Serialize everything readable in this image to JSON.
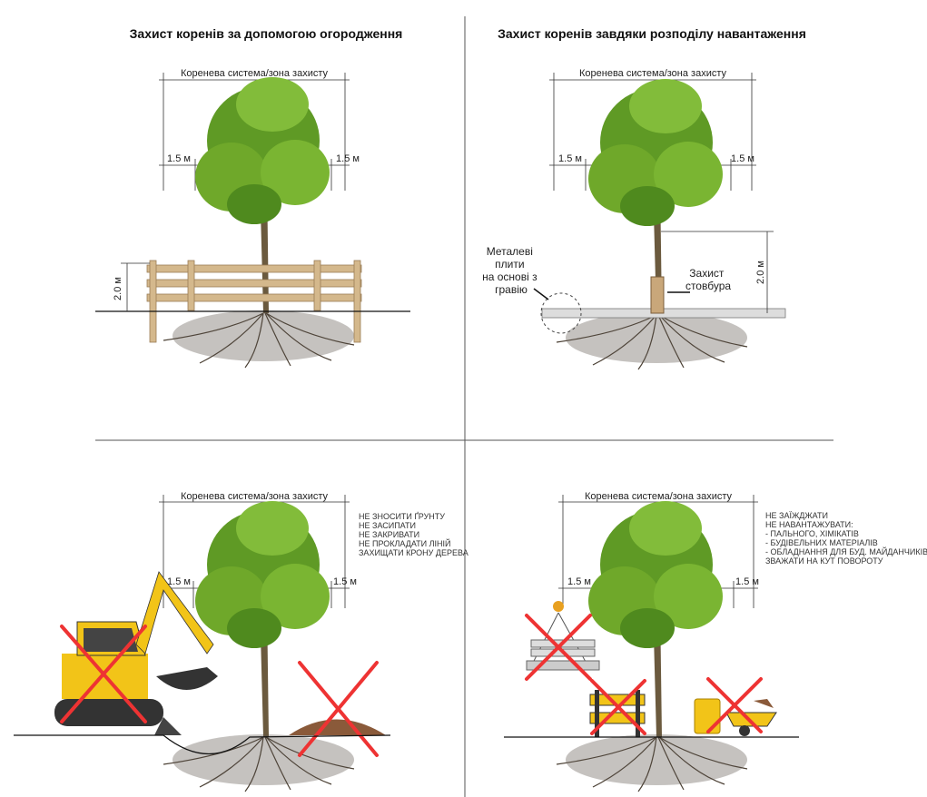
{
  "panels": {
    "fence": {
      "title": "Захист коренів за допомогою огородження",
      "root_zone": "Коренева система/зона захисту",
      "offset_left": "1.5 м",
      "offset_right": "1.5 м",
      "height": "2.0 м"
    },
    "load": {
      "title": "Захист коренів завдяки розподілу навантаження",
      "root_zone": "Коренева система/зона захисту",
      "offset_left": "1.5 м",
      "offset_right": "1.5 м",
      "height": "2.0 м",
      "plates_label": [
        "Металеві",
        "плити",
        "на основі з",
        "гравію"
      ],
      "trunk_label": [
        "Захист",
        "стовбура"
      ]
    },
    "excavation": {
      "root_zone": "Коренева система/зона захисту",
      "offset_left": "1.5 м",
      "offset_right": "1.5 м",
      "rules": [
        "НЕ ЗНОСИТИ ҐРУНТУ",
        "НЕ ЗАСИПАТИ",
        "НЕ ЗАКРИВАТИ",
        "НЕ ПРОКЛАДАТИ ЛІНІЙ",
        "ЗАХИЩАТИ КРОНУ ДЕРЕВА"
      ]
    },
    "traffic": {
      "root_zone": "Коренева система/зона захисту",
      "offset_left": "1.5 м",
      "offset_right": "1.5 м",
      "rules": [
        "НЕ ЗАЇЖДЖАТИ",
        "НЕ НАВАНТАЖУВАТИ:",
        "- ПАЛЬНОГО, ХІМІКАТІВ",
        "- БУДІВЕЛЬНИХ МАТЕРІАЛІВ",
        "- ОБЛАДНАННЯ ДЛЯ БУД. МАЙДАНЧИКІВ",
        "ЗВАЖАТИ НА КУТ ПОВОРОТУ"
      ]
    }
  },
  "colors": {
    "prohibited": "#ee3333",
    "foliage": "#6fa82a",
    "wood": "#c9a77a",
    "excavator": "#f2c418"
  }
}
